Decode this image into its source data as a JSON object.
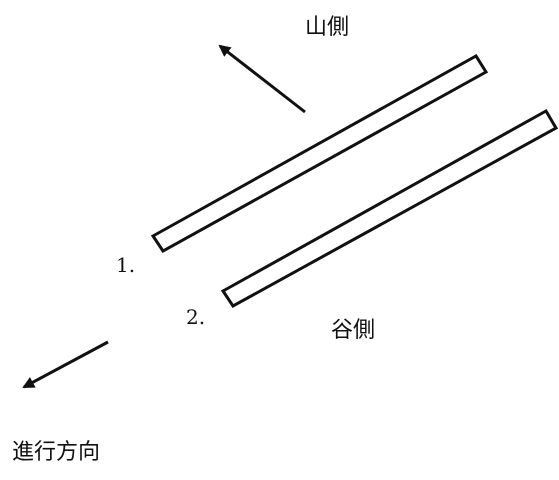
{
  "labels": {
    "mountain_side": "山側",
    "valley_side": "谷側",
    "direction": "進行方向",
    "item1": "1.",
    "item2": "2."
  },
  "colors": {
    "stroke": "#111111",
    "background": "#ffffff"
  }
}
